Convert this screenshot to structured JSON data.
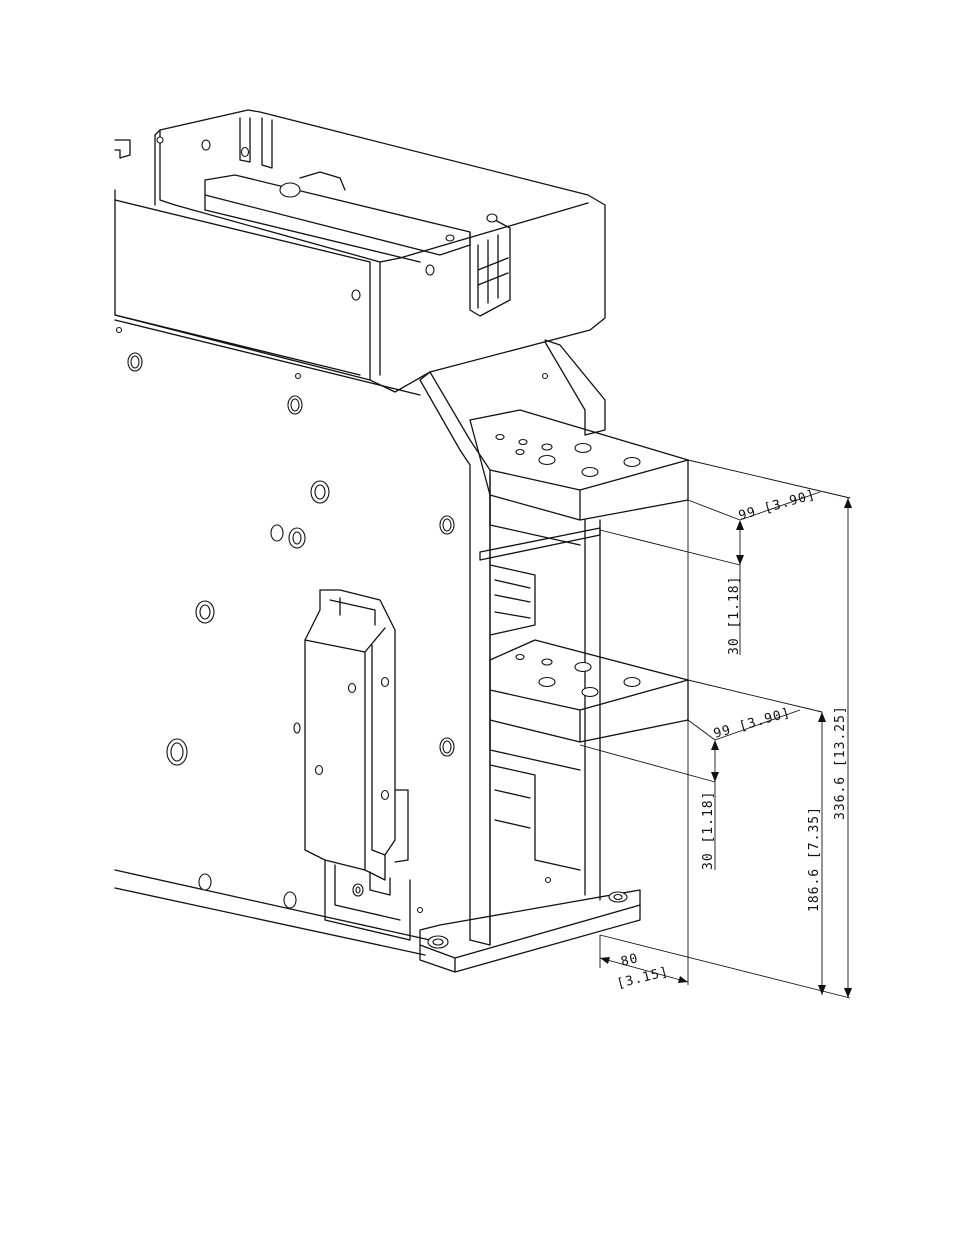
{
  "dimensions": {
    "upper_busbar_width": "99 [3.90]",
    "upper_busbar_thickness": "30 [1.18]",
    "lower_busbar_width": "99 [3.90]",
    "lower_busbar_thickness": "30 [1.18]",
    "lower_busbar_height": "186.6 [7.35]",
    "upper_busbar_height": "336.6 [13.25]",
    "busbar_offset_mm": "80",
    "busbar_offset_in": "[3.15]"
  }
}
